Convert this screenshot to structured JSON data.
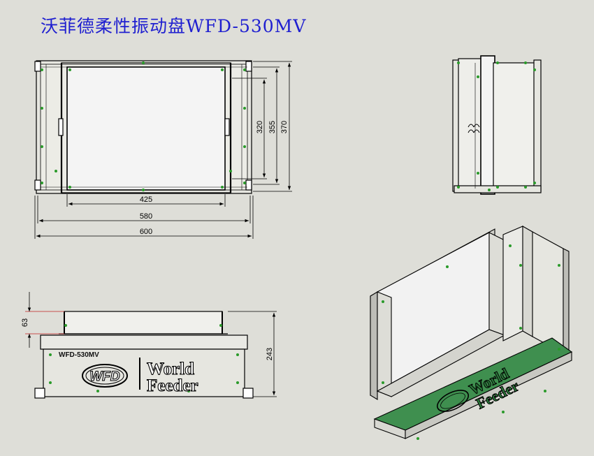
{
  "title": "沃菲德柔性振动盘WFD-530MV",
  "dimensions": {
    "width_inner": "425",
    "width_mid": "580",
    "width_outer": "600",
    "height_inner": "320",
    "height_mid": "355",
    "height_outer": "370",
    "depth": "63",
    "total_height": "243"
  },
  "nameplate": "WFD-530MV",
  "logo_text": "WFD",
  "brand": {
    "line1": "World",
    "line2": "Feeder"
  },
  "colors": {
    "title": "#2020d0",
    "green_plate": "#3f8f4f",
    "background": "#deded8"
  }
}
